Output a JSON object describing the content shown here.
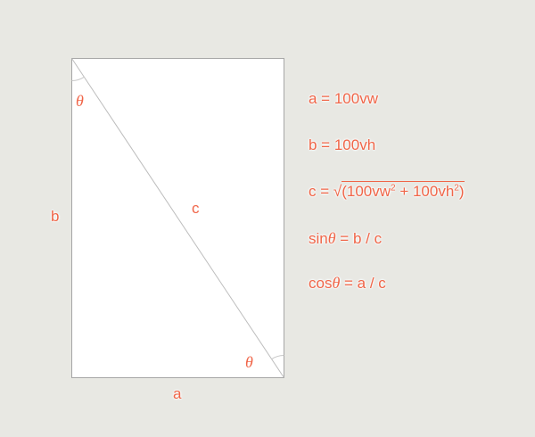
{
  "diagram": {
    "side_a": "a",
    "side_b": "b",
    "side_c": "c",
    "angle_top": "θ",
    "angle_bottom": "θ"
  },
  "formulas": {
    "a_lhs": "a = ",
    "a_rhs": "100vw",
    "b_lhs": "b = ",
    "b_rhs": "100vh",
    "c_lhs": "c = ",
    "c_sqrt": "√",
    "c_open": "(100vw",
    "c_exp1": "2",
    "c_mid": " + 100vh",
    "c_exp2": "2",
    "c_close": ")",
    "sin_fn": "sin",
    "sin_theta": "θ",
    "sin_rhs": " = b / c",
    "cos_fn": "cos",
    "cos_theta": "θ",
    "cos_rhs": " = a / c"
  },
  "colors": {
    "background": "#e8e8e3",
    "rect_fill": "#ffffff",
    "rect_stroke": "#a0a0a0",
    "label": "#f06548"
  }
}
